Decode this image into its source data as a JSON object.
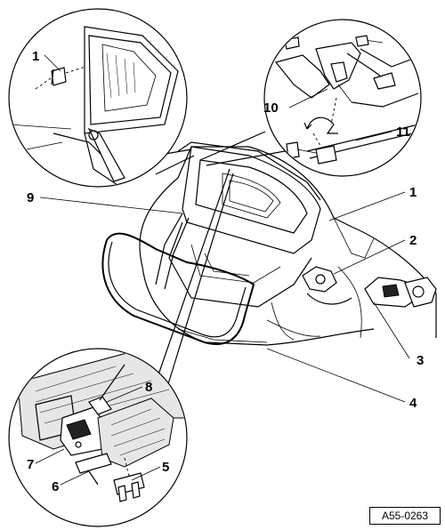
{
  "callouts": [
    {
      "id": "1a",
      "label": "1"
    },
    {
      "id": "1b",
      "label": "1"
    },
    {
      "id": "2",
      "label": "2"
    },
    {
      "id": "3",
      "label": "3"
    },
    {
      "id": "4",
      "label": "4"
    },
    {
      "id": "5",
      "label": "5"
    },
    {
      "id": "6",
      "label": "6"
    },
    {
      "id": "7",
      "label": "7"
    },
    {
      "id": "8",
      "label": "8"
    },
    {
      "id": "9",
      "label": "9"
    },
    {
      "id": "10",
      "label": "10"
    },
    {
      "id": "11",
      "label": "11"
    }
  ],
  "reference": "A55-0263"
}
